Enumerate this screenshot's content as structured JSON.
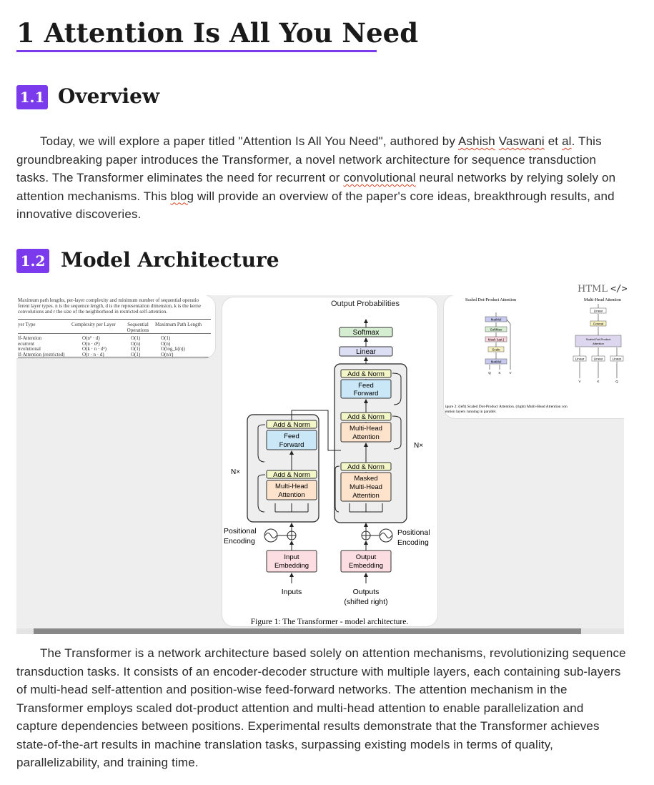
{
  "heading": {
    "number": "1",
    "title": "Attention Is All You Need"
  },
  "sections": [
    {
      "number": "1.1",
      "title": "Overview"
    },
    {
      "number": "1.2",
      "title": "Model Architecture"
    }
  ],
  "overview": {
    "p1": "Today, we will explore a paper titled \"Attention Is All You Need\", authored by ",
    "w_ashish": "Ashish",
    "sp1": " ",
    "w_vaswani": "Vaswani",
    "p2": " et ",
    "w_al": "al",
    "p3": ". This groundbreaking paper introduces the Transformer, a novel network architecture for sequence transduction tasks. The Transformer eliminates the need for recurrent or ",
    "w_conv": "convolutional",
    "p4": " neural networks by relying solely on attention mechanisms. This ",
    "w_blog": "blog",
    "p5": " will provide an overview of the paper's core ideas, breakthrough results, and innovative discoveries."
  },
  "html_badge": {
    "label": "HTML",
    "code": "</>"
  },
  "gallery": {
    "table_card": {
      "caption_lines": [
        "Maximum path lengths, per-layer complexity and minimum number of sequential operatio",
        "ferent layer types. n is the sequence length, d is the representation dimension, k is the kerne",
        "convolutions and r the size of the neighborhood in restricted self-attention."
      ],
      "headers": [
        "yer Type",
        "Complexity per Layer",
        "Sequential Operations",
        "Maximum Path Length"
      ],
      "rows": [
        [
          "lf-Attention",
          "O(n² · d)",
          "O(1)",
          "O(1)"
        ],
        [
          "ecurrent",
          "O(n · d²)",
          "O(n)",
          "O(n)"
        ],
        [
          "nvolutional",
          "O(k · n · d²)",
          "O(1)",
          "O(log_k(n))"
        ],
        [
          "lf-Attention (restricted)",
          "O(r · n · d)",
          "O(1)",
          "O(n/r)"
        ]
      ]
    },
    "figure_card": {
      "output_probs": "Output Probabilities",
      "softmax": "Softmax",
      "linear": "Linear",
      "add_norm": "Add & Norm",
      "feed_forward": "Feed Forward",
      "multi_head": "Multi-Head Attention",
      "masked_multi_head": "Masked Multi-Head Attention",
      "nx": "N×",
      "positional_encoding": "Positional Encoding",
      "input_embedding": "Input Embedding",
      "output_embedding": "Output Embedding",
      "inputs": "Inputs",
      "outputs": "Outputs",
      "shifted_right": "(shifted right)",
      "caption": "Figure 1: The Transformer - model architecture."
    },
    "attention_card": {
      "title_left": "Scaled Dot-Product Attention",
      "title_right": "Multi-Head Attention",
      "matmul": "MatMul",
      "softmax": "SoftMax",
      "mask": "Mask (opt.)",
      "scale": "Scale",
      "q": "Q",
      "k": "K",
      "v": "V",
      "linear": "Linear",
      "concat": "Concat",
      "sdpa": "Scaled Dot-Product Attention",
      "caption_lines": [
        "igure 2: (left) Scaled Dot-Product Attention. (right) Multi-Head Attention con",
        "ention layers running in parallel."
      ]
    }
  },
  "architecture_text": "The Transformer is a network architecture based solely on attention mechanisms, revolutionizing sequence transduction tasks. It consists of an encoder-decoder structure with multiple layers, each containing sub-layers of multi-head self-attention and position-wise feed-forward networks. The attention mechanism in the Transformer employs scaled dot-product attention and multi-head attention to enable parallelization and capture dependencies between positions. Experimental results demonstrate that the Transformer achieves state-of-the-art results in machine translation tasks, surpassing existing models in terms of quality, parallelizability, and training time.",
  "colors": {
    "accent": "#7c3aed",
    "add_norm": "#f3f7c8",
    "feed_forward": "#c9e7f6",
    "attention": "#fde3cc",
    "embedding": "#fbdde2",
    "softmax": "#d4ecd0",
    "linear": "#dcdff3"
  }
}
